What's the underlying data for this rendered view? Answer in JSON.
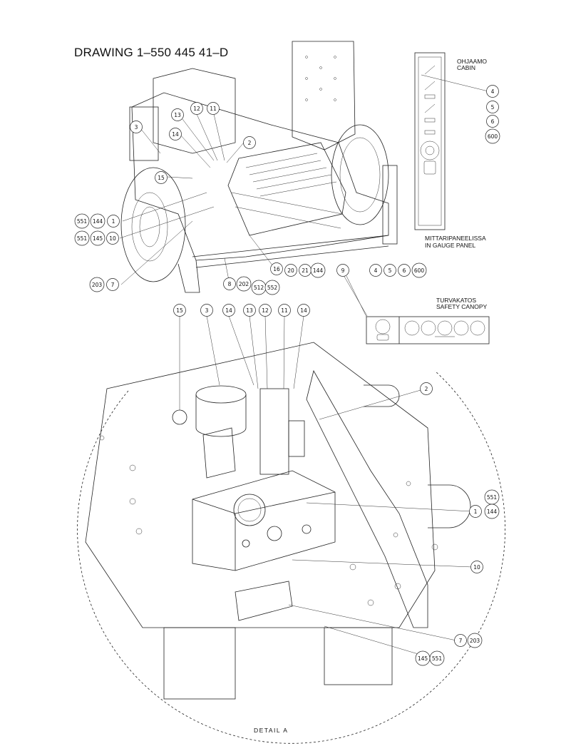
{
  "drawing": {
    "title": "DRAWING 1–550 445 41–D",
    "detail_label": "DETAIL A"
  },
  "labels": {
    "cabin_fi": "OHJAAMO",
    "cabin_en": "CABIN",
    "gauge_fi": "MITTARIPANEELISSA",
    "gauge_en": "IN GAUGE PANEL",
    "canopy_fi": "TURVAKATOS",
    "canopy_en": "SAFETY CANOPY"
  },
  "callouts": {
    "top": [
      "13",
      "12",
      "11",
      "3",
      "14",
      "2",
      "15",
      "551",
      "144",
      "1",
      "551",
      "145",
      "10",
      "203",
      "7",
      "8",
      "202",
      "512",
      "552",
      "16",
      "20",
      "21",
      "144",
      "9"
    ],
    "cabin": [
      "4",
      "5",
      "6",
      "600"
    ],
    "canopy": [
      "4",
      "5",
      "6",
      "600"
    ],
    "detail_top": [
      "15",
      "3",
      "14",
      "13",
      "12",
      "11",
      "14",
      "2"
    ],
    "detail_right": [
      "551",
      "1",
      "144",
      "10",
      "7",
      "203",
      "145",
      "551"
    ]
  }
}
